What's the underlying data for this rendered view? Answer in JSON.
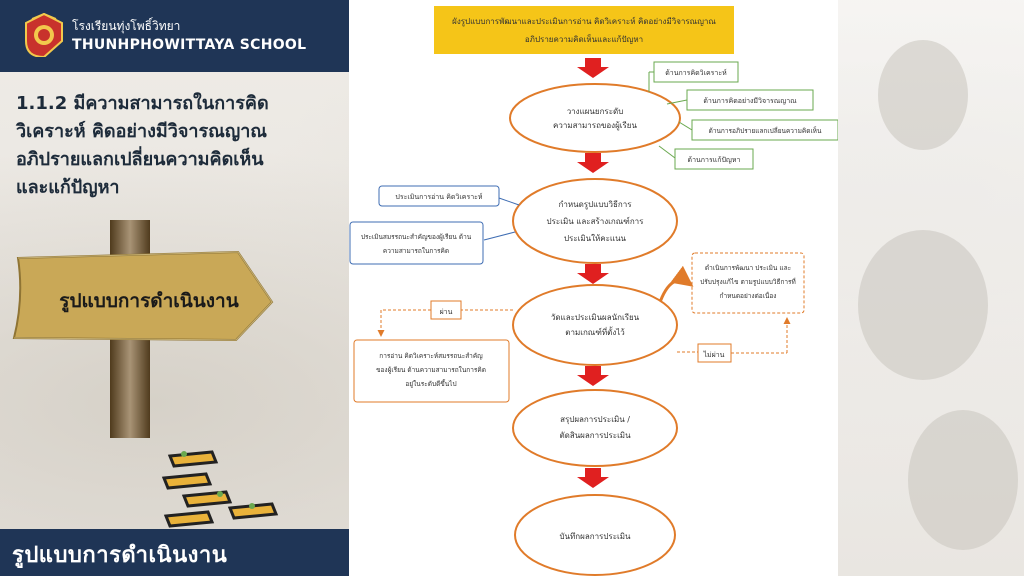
{
  "header": {
    "school_th": "โรงเรียนทุ่งโพธิ์วิทยา",
    "school_en": "THUNHPHOWITTAYA SCHOOL"
  },
  "heading": {
    "line1": "1.1.2 มีความสามารถในการคิด",
    "line2": "วิเคราะห์ คิดอย่างมีวิจารณญาณ",
    "line3": "อภิปรายแลกเปลี่ยนความคิดเห็น",
    "line4": "และแก้ปัญหา"
  },
  "sign": {
    "label": "รูปแบบการดำเนินงาน"
  },
  "footer": {
    "label": "รูปแบบการดำเนินงาน"
  },
  "diagram": {
    "title_line1": "ผังรูปแบบการพัฒนาและประเมินการอ่าน คิดวิเคราะห์ คิดอย่างมีวิจารณญาณ",
    "title_line2": "อภิปรายความคิดเห็นและแก้ปัญหา",
    "step1_line1": "วางแผนยกระดับ",
    "step1_line2": "ความสามารถของผู้เรียน",
    "area1": "ด้านการคิดวิเคราะห์",
    "area2": "ด้านการคิดอย่างมีวิจารณญาณ",
    "area3": "ด้านการอภิปรายแลกเปลี่ยนความคิดเห็น",
    "area4": "ด้านการแก้ปัญหา",
    "step2_line1": "กำหนดรูปแบบวิธีการ",
    "step2_line2": "ประเมิน และสร้างเกณฑ์การ",
    "step2_line3": "ประเมินให้คะแนน",
    "eval1": "ประเมินการอ่าน คิดวิเคราะห์",
    "eval2_line1": "ประเมินสมรรถนะสำคัญของผู้เรียน ด้าน",
    "eval2_line2": "ความสามารถในการคิด",
    "improve_line1": "ดำเนินการพัฒนา ประเมิน และ",
    "improve_line2": "ปรับปรุงแก้ไข ตามรูปแบบวิธีการที่",
    "improve_line3": "กำหนดอย่างต่อเนื่อง",
    "step3_line1": "วัดและประเมินผลนักเรียน",
    "step3_line2": "ตามเกณฑ์ที่ตั้งไว้",
    "pass": "ผ่าน",
    "fail": "ไม่ผ่าน",
    "result_line1": "การอ่าน คิดวิเคราะห์สมรรถนะสำคัญ",
    "result_line2": "ของผู้เรียน ด้านความสามารถในการคิด",
    "result_line3": "อยู่ในระดับดีขึ้นไป",
    "step4_line1": "สรุปผลการประเมิน /",
    "step4_line2": "ตัดสินผลการประเมิน",
    "step5": "บันทึกผลการประเมิน"
  },
  "colors": {
    "navy": "#1f3556",
    "accent_orange": "#e07b2a",
    "arrow_red": "#e02020",
    "title_yellow": "#f5c518",
    "box_blue": "#3f6db3"
  }
}
